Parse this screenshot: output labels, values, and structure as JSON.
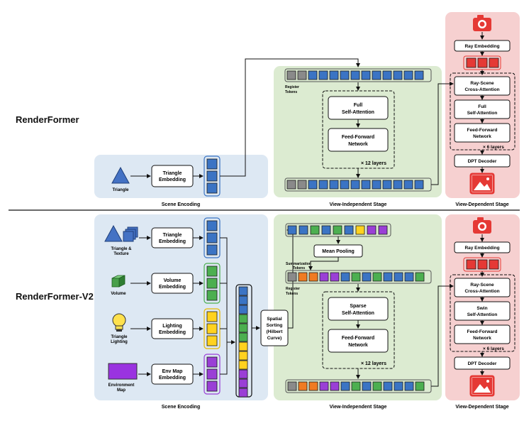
{
  "colors": {
    "scene_bg": "#dde8f3",
    "view_indep_bg": "#dcebd1",
    "view_dep_bg": "#f6d0d0",
    "token_blue": "#3b74c4",
    "token_green": "#4caf50",
    "token_yellow": "#ffd21f",
    "token_purple": "#9a3fd6",
    "token_orange": "#f07b22",
    "token_red": "#e53935",
    "tri_blue": "#4472c4",
    "cube_green": "#48a04a",
    "bulb_yellow": "#ffe14d",
    "env_purple": "#9a33e0",
    "camera_red": "#e53935"
  },
  "icons": [
    "triangle-icon",
    "triangle-texture-icon",
    "cube-icon",
    "light-bulb-icon",
    "environment-map-icon",
    "camera-icon",
    "image-icon"
  ],
  "top": {
    "model_name": "RenderFormer",
    "inputs": {
      "triangle": "Triangle"
    },
    "blocks": {
      "triangle_embedding": [
        "Triangle",
        "Embedding"
      ]
    },
    "view_independent": {
      "register_tokens": [
        "Register",
        "Tokens"
      ],
      "full_self_attention": [
        "Full",
        "Self-Attention"
      ],
      "feed_forward": [
        "Feed-Forward",
        "Network"
      ],
      "layers": "× 12 layers"
    },
    "view_dependent": {
      "ray_embedding": "Ray Embedding",
      "ray_scene": [
        "Ray-Scene",
        "Cross-Attention"
      ],
      "full_self_attention": [
        "Full",
        "Self-Attention"
      ],
      "feed_forward": [
        "Feed-Forward",
        "Network"
      ],
      "layers": "× 6 layers",
      "dpt_decoder": "DPT Decoder"
    },
    "stage_labels": {
      "scene": "Scene Encoding",
      "view_independent": "View-Independent Stage",
      "view_dependent": "View-Dependent Stage"
    }
  },
  "bottom": {
    "model_name": "RenderFormer-V2",
    "inputs": {
      "triangle_texture": [
        "Triangle &",
        "Texture"
      ],
      "volume": "Volume",
      "triangle_lighting": [
        "Triangle",
        "Lighting"
      ],
      "environment_map": [
        "Environment",
        "Map"
      ]
    },
    "blocks": {
      "triangle_embedding": [
        "Triangle",
        "Embedding"
      ],
      "volume_embedding": [
        "Volume",
        "Embedding"
      ],
      "lighting_embedding": [
        "Lighting",
        "Embedding"
      ],
      "env_map_embedding": [
        "Env Map",
        "Embedding"
      ],
      "spatial_sorting": [
        "Spatial",
        "Sorting",
        "(Hilbert",
        "Curve)"
      ]
    },
    "view_independent": {
      "mean_pooling": "Mean Pooling",
      "summarization_tokens": [
        "Summarization",
        "Tokens"
      ],
      "register_tokens": [
        "Register",
        "Tokens"
      ],
      "sparse_self_attention": [
        "Sparse",
        "Self-Attention"
      ],
      "feed_forward": [
        "Feed-Forward",
        "Network"
      ],
      "layers": "× 12 layers"
    },
    "view_dependent": {
      "ray_embedding": "Ray Embedding",
      "ray_scene": [
        "Ray-Scene",
        "Cross-Attention"
      ],
      "swin_self_attention": [
        "Swin",
        "Self-Attention"
      ],
      "feed_forward": [
        "Feed-Forward",
        "Network"
      ],
      "layers": "× 6 layers",
      "dpt_decoder": "DPT Decoder"
    },
    "stage_labels": {
      "scene": "Scene Encoding",
      "view_independent": "View-Independent Stage",
      "view_dependent": "View-Dependent Stage"
    }
  }
}
